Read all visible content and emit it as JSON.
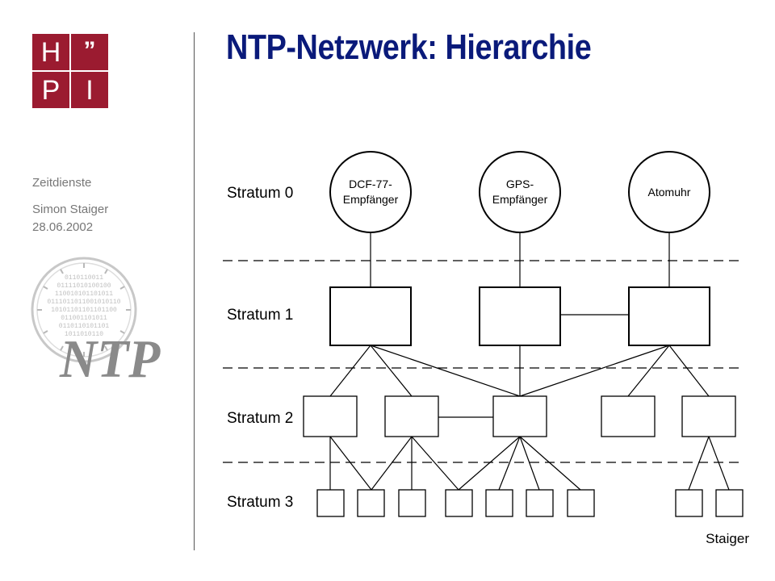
{
  "header": {
    "logo_letters": [
      "H",
      "”",
      "P",
      "I"
    ],
    "title": "NTP-Netzwerk: Hierarchie"
  },
  "sidebar": {
    "topic": "Zeitdienste",
    "author": "Simon Staiger",
    "date": "28.06.2002",
    "ntp_logo_text": "NTP",
    "ntp_binary_rows": [
      "0110110011",
      "01111010100100",
      "110010101101011",
      "0111011011001010110",
      "10101101101101100",
      "011001101011",
      "0110110101101",
      "1011010110"
    ]
  },
  "diagram": {
    "stratum_labels": [
      "Stratum 0",
      "Stratum 1",
      "Stratum 2",
      "Stratum 3"
    ],
    "clocks": [
      {
        "line1": "DCF-77-",
        "line2": "Empfänger"
      },
      {
        "line1": "GPS-",
        "line2": "Empfänger"
      },
      {
        "line1": "Atomuhr",
        "line2": ""
      }
    ]
  },
  "footer": {
    "author_short": "Staiger"
  },
  "colors": {
    "brand_red": "#9b1b30",
    "title_blue": "#0a1a7a"
  }
}
